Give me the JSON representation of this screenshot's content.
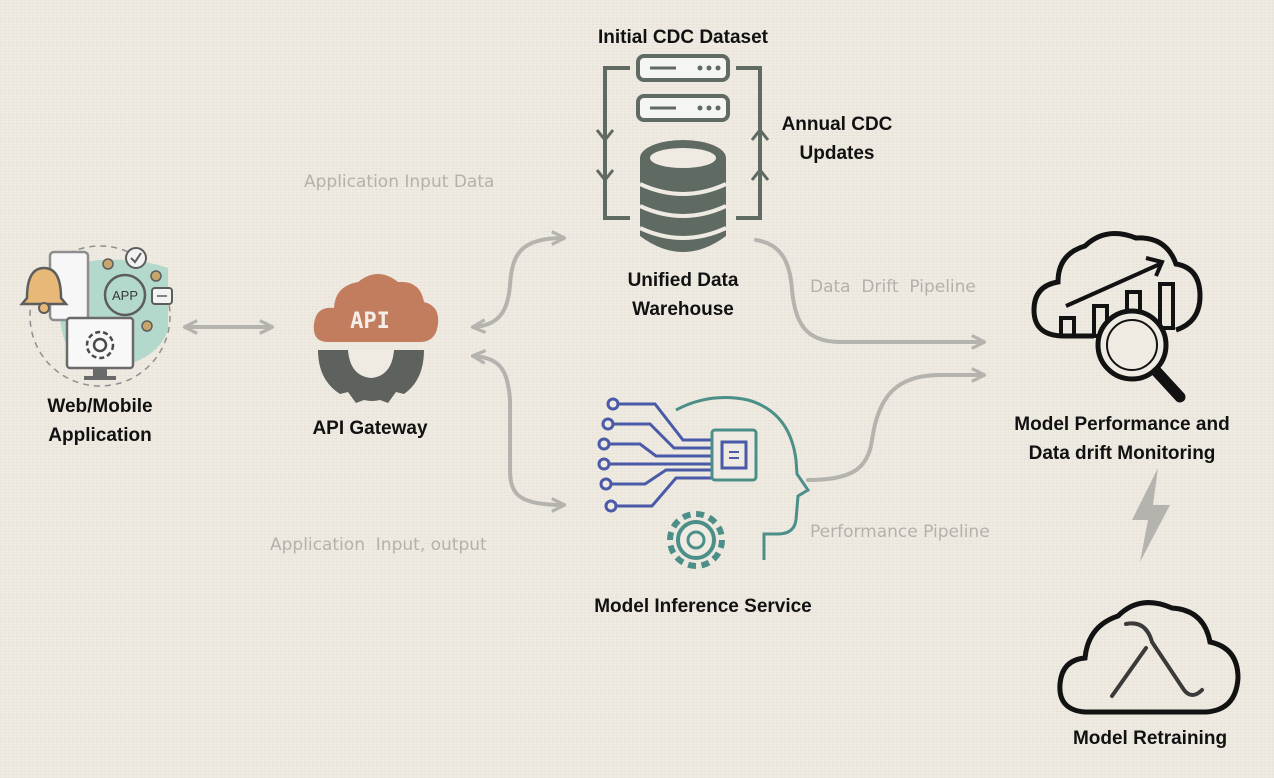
{
  "nodes": {
    "web_app": {
      "line1": "Web/Mobile",
      "line2": "Application"
    },
    "api_gateway": {
      "label": "API Gateway",
      "icon_text": "API"
    },
    "initial_dataset": {
      "label": "Initial CDC Dataset"
    },
    "annual_updates": {
      "line1": "Annual CDC",
      "line2": "Updates"
    },
    "warehouse": {
      "line1": "Unified Data",
      "line2": "Warehouse"
    },
    "inference": {
      "label": "Model Inference Service"
    },
    "monitoring": {
      "line1": "Model Performance and",
      "line2": "Data drift Monitoring"
    },
    "retraining": {
      "label": "Model Retraining"
    }
  },
  "edges": {
    "app_input": "Application Input Data",
    "app_io": "Application  Input, output",
    "data_drift": "Data  Drift  Pipeline",
    "performance": "Performance Pipeline"
  },
  "colors": {
    "arrow": "#b5b3ae",
    "api_cloud": "#c27d5e",
    "api_gear": "#5d625e",
    "database": "#5f6a63",
    "icon_outline": "#121212",
    "inference_lines": "#4a5aa8",
    "inference_teal": "#4b8f88"
  },
  "icons": [
    "bell-icon",
    "app-icon",
    "gear-icon",
    "api-cloud-icon",
    "database-icon",
    "server-icon",
    "ai-head-icon",
    "analytics-cloud-icon",
    "magnifier-icon",
    "lightning-icon",
    "lambda-cloud-icon"
  ]
}
